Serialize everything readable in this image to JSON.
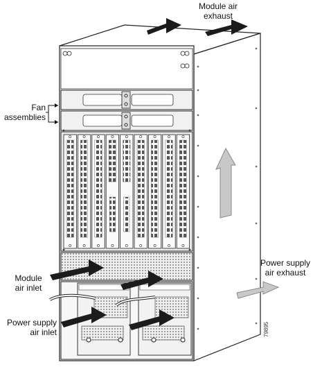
{
  "labels": {
    "module_air_exhaust": "Module air\nexhaust",
    "fan_assemblies": "Fan\nassemblies",
    "module_air_inlet": "Module\nair inlet",
    "power_supply_air_inlet": "Power supply\nair inlet",
    "power_supply_air_exhaust": "Power supply\nair exhaust"
  },
  "figure_id": "79895",
  "colors": {
    "chassis_front": "#f4f4f4",
    "chassis_side": "#ffffff",
    "arrow_dark": "#1c1c1c",
    "arrow_light": "#c8c8c8",
    "line": "#222222"
  }
}
